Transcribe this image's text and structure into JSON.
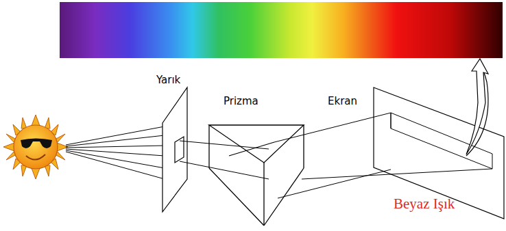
{
  "diagram": {
    "labels": [
      "Yarık",
      "Prizma",
      "Ekran",
      "Beyaz Işık"
    ]
  }
}
